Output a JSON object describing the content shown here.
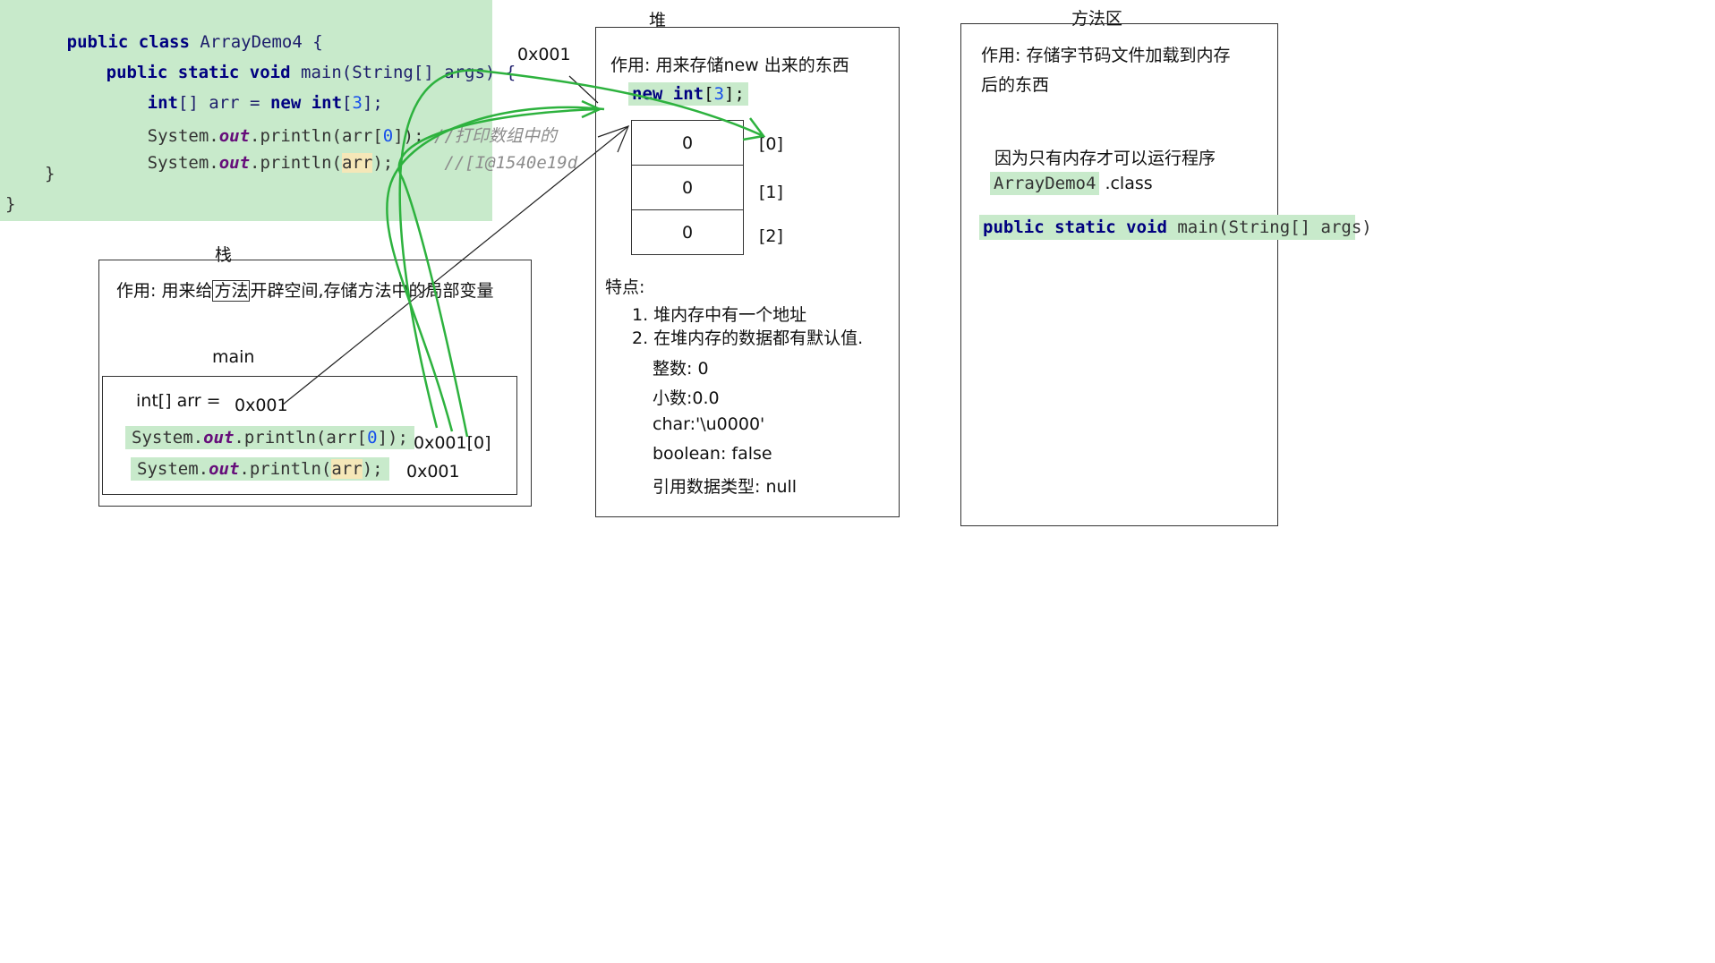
{
  "code": {
    "line1": {
      "kw1": "public",
      "kw2": "class",
      "name": "ArrayDemo4",
      "brace": "{"
    },
    "line2": {
      "kw": "public static void",
      "rest": "main(String[] args)",
      "brace": "{"
    },
    "line3": {
      "type": "int",
      "mid": "[] arr =",
      "kw": "new",
      "type2": "int",
      "bl": "[",
      "num": "3",
      "br": "];"
    },
    "line4": {
      "sys": "System.",
      "out": "out",
      "call": ".println(arr[",
      "num": "0",
      "end": "]);",
      "comment": "//打印数组中的"
    },
    "line5": {
      "sys": "System.",
      "out": "out",
      "call": ".println(",
      "arg": "arr",
      "end": ");",
      "comment": "//[I@1540e19d"
    },
    "line6": "}",
    "line7": "}"
  },
  "address_label_top": "0x001",
  "stack": {
    "title": "栈",
    "desc_prefix": "作用: 用来给",
    "desc_boxed": "方法",
    "desc_suffix": "开辟空间,存储方法中的局部变量",
    "frame_title": "main",
    "var_decl": "int[] arr =",
    "var_value": "0x001",
    "stmt1": {
      "sys": "System.",
      "out": "out",
      "call": ".println(arr[",
      "num": "0",
      "end": "]);"
    },
    "stmt1_value": "0x001[0]",
    "stmt2": {
      "sys": "System.",
      "out": "out",
      "call": ".println(",
      "arg": "arr",
      "end": ");"
    },
    "stmt2_value": "0x001"
  },
  "heap": {
    "title": "堆",
    "desc": "作用: 用来存储new 出来的东西",
    "code": {
      "kw": "new",
      "type": "int",
      "bl": "[",
      "num": "3",
      "br": "];"
    },
    "cells": [
      "0",
      "0",
      "0"
    ],
    "indices": [
      "[0]",
      "[1]",
      "[2]"
    ],
    "features_title": "特点:",
    "features": [
      "1. 堆内存中有一个地址",
      "2. 在堆内存的数据都有默认值."
    ],
    "defaults": [
      "整数: 0",
      "小数:0.0",
      "char:'\\u0000'",
      "boolean: false",
      "引用数据类型: null"
    ]
  },
  "method_area": {
    "title": "方法区",
    "desc_line1": "作用: 存储字节码文件加载到内存",
    "desc_line2": "后的东西",
    "note": "因为只有内存才可以运行程序",
    "class_name": "ArrayDemo4",
    "class_ext": ".class",
    "method_sig_kw": "public static void",
    "method_sig_rest": "main(String[] args)"
  },
  "colors": {
    "code_bg": "#c8eacb",
    "arrow_green": "#2db23e",
    "arrow_black": "#222222"
  }
}
